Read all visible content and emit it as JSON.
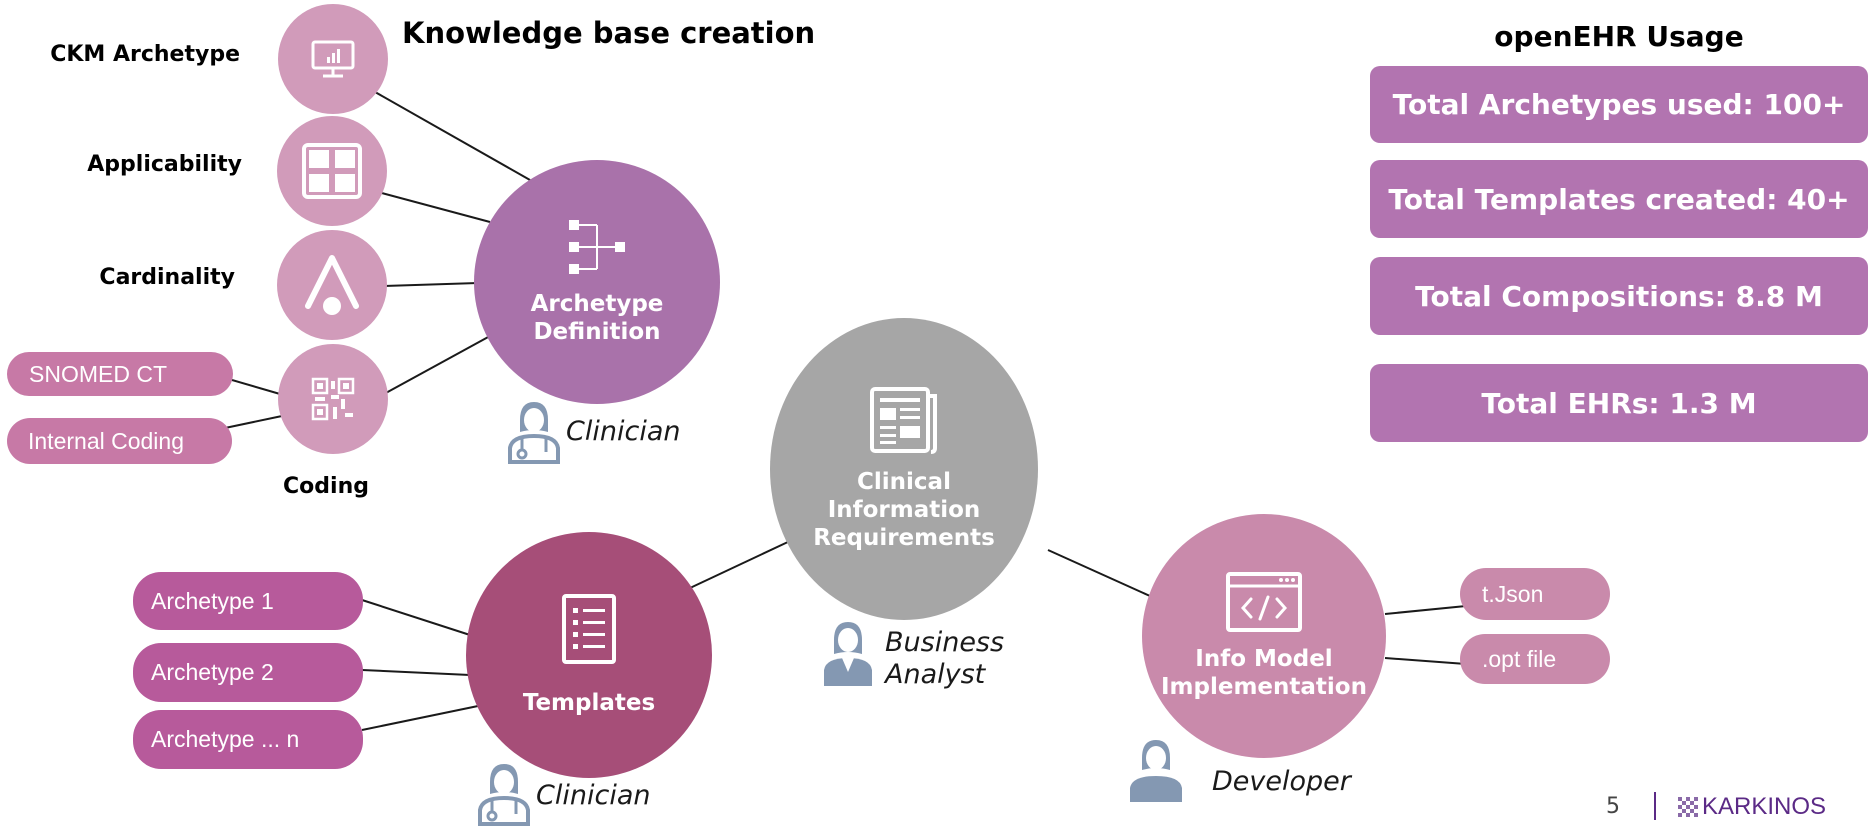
{
  "left_title": "Knowledge base creation",
  "right_title": "openEHR Usage",
  "archetype_properties": {
    "ckm": "CKM Archetype",
    "applicability": "Applicability",
    "cardinality": "Cardinality",
    "coding": "Coding"
  },
  "coding_systems": [
    "SNOMED CT",
    "Internal Coding"
  ],
  "nodes": {
    "archetype_definition": "Archetype Definition",
    "clinical_requirements": "Clinical Information Requirements",
    "templates": "Templates",
    "info_model": "Info Model Implementation"
  },
  "roles": {
    "clinician_top": "Clinician",
    "business_analyst": "Business Analyst",
    "clinician_bottom": "Clinician",
    "developer": "Developer"
  },
  "template_archetypes": [
    "Archetype 1",
    "Archetype 2",
    "Archetype ... n"
  ],
  "output_files": [
    "t.Json",
    ".opt file"
  ],
  "usage_stats": [
    "Total Archetypes used: 100+",
    "Total Templates created: 40+",
    "Total Compositions: 8.8 M",
    "Total EHRs: 1.3 M"
  ],
  "footer": {
    "page_number": "5",
    "brand": "KARKINOS"
  },
  "icons": {
    "monitor": "monitor-chart-icon",
    "grid": "grid-icon",
    "cardinality": "compass-icon",
    "qr": "qr-code-icon",
    "hierarchy": "hierarchy-icon",
    "document": "document-icon",
    "checklist": "checklist-icon",
    "code_window": "code-window-icon",
    "person": "person-icon"
  },
  "colors": {
    "small_circle": "#d19bba",
    "archetype_definition": "#a972aa",
    "clinical_requirements": "#a6a6a6",
    "templates": "#a64e78",
    "info_model": "#c98aab",
    "usage_box": "#b274b0",
    "person_icon": "#8498b2",
    "brand": "#5b2a86"
  }
}
